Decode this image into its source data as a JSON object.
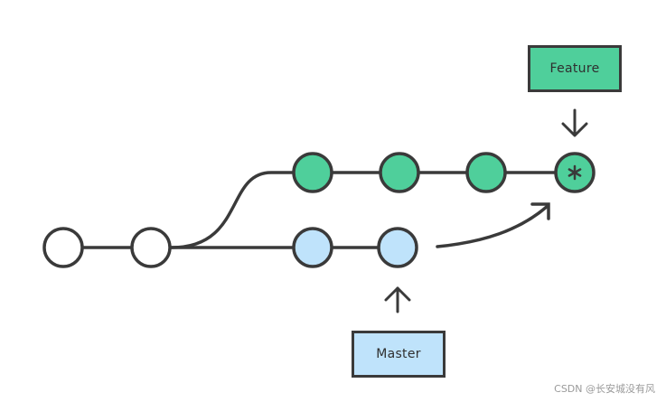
{
  "colors": {
    "line": "#3a3a3a",
    "commit_empty": "#ffffff",
    "commit_feature": "#4fcf9b",
    "commit_master": "#bfe3fb",
    "label_feature": "#4fcf9b",
    "label_master": "#bfe3fb"
  },
  "labels": {
    "feature": "Feature",
    "master": "Master"
  },
  "commits": {
    "base": [
      "empty",
      "empty"
    ],
    "feature": [
      "feature",
      "feature",
      "feature",
      "feature-merge"
    ],
    "master": [
      "master",
      "master"
    ]
  },
  "icons": {
    "feature_pointer": "arrow-down-icon",
    "master_pointer": "arrow-up-icon",
    "merge_arrow": "curved-arrow-icon",
    "merge_marker": "asterisk-icon"
  },
  "watermark": "CSDN @长安城没有风"
}
